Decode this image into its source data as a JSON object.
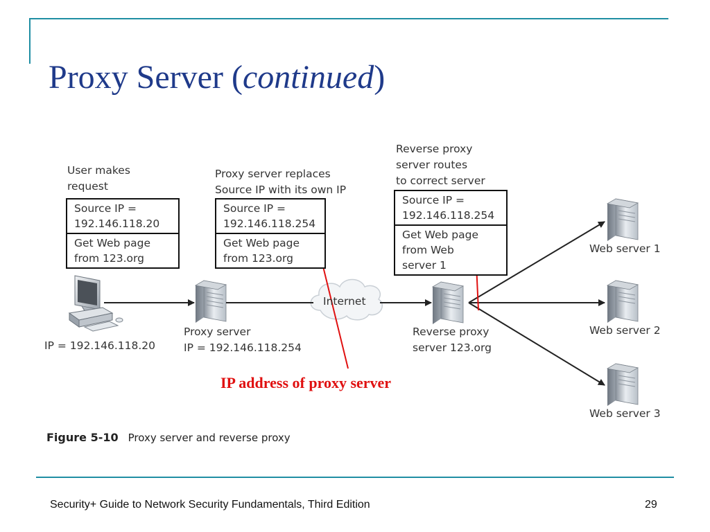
{
  "slide": {
    "title_main": "Proxy Server (",
    "title_italic": "continued",
    "title_end": ")",
    "callout": "IP address of proxy server",
    "footer": "Security+ Guide to Network Security Fundamentals, Third Edition",
    "page_number": "29"
  },
  "figure": {
    "label": "Figure 5-10",
    "caption": "Proxy server and reverse proxy",
    "cloud_label": "Internet",
    "user": {
      "note_1": "User makes",
      "note_2": "request",
      "box_source_1": "Source IP =",
      "box_source_2": "192.146.118.20",
      "box_get_1": "Get Web page",
      "box_get_2": "from 123.org",
      "ip": "IP = 192.146.118.20"
    },
    "proxy": {
      "note_1": "Proxy server replaces",
      "note_2": "Source IP with its own IP",
      "box_source_1": "Source IP =",
      "box_source_2": "192.146.118.254",
      "box_get_1": "Get Web page",
      "box_get_2": "from 123.org",
      "label_1": "Proxy server",
      "label_2": "IP = 192.146.118.254"
    },
    "reverse": {
      "note_1": "Reverse proxy",
      "note_2": "server routes",
      "note_3": "to correct server",
      "box_source_1": "Source IP =",
      "box_source_2": "192.146.118.254",
      "box_get_1": "Get Web page",
      "box_get_2": "from Web",
      "box_get_3": "server 1",
      "label_1": "Reverse proxy",
      "label_2": "server 123.org"
    },
    "web_servers": [
      "Web server 1",
      "Web server 2",
      "Web server 3"
    ]
  }
}
